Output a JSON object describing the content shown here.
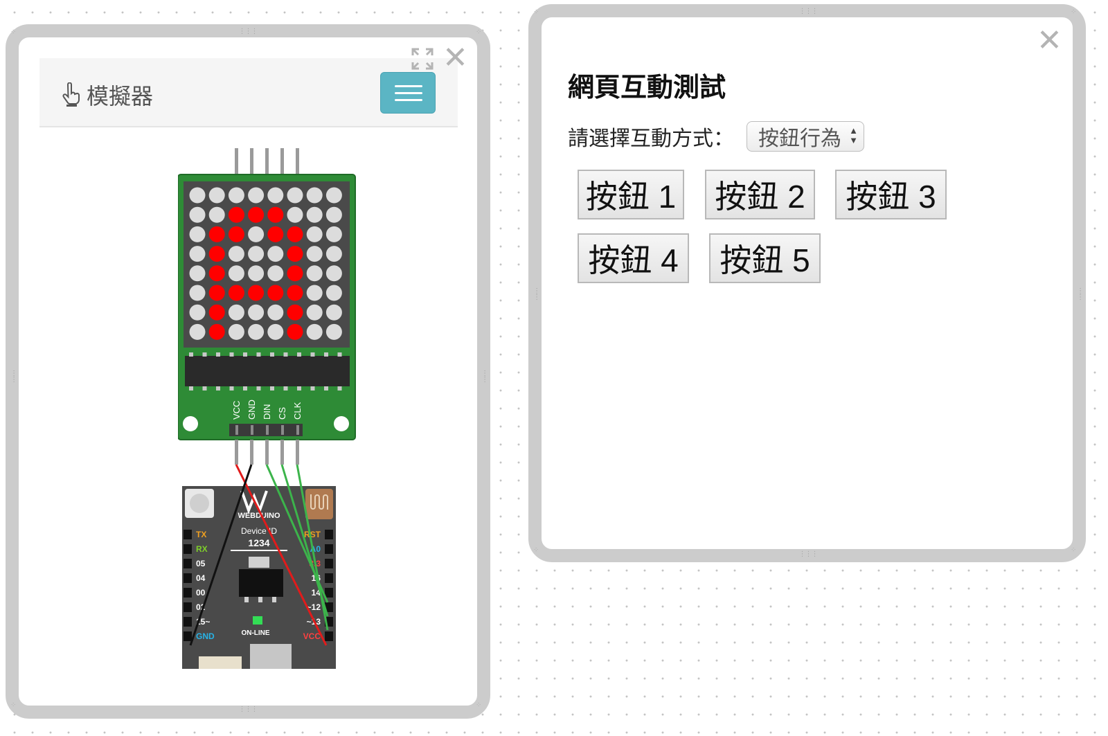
{
  "simulator": {
    "title": "模擬器",
    "icons": [
      "hand-pointer-icon",
      "hamburger-menu-icon",
      "expand-icon",
      "close-icon"
    ],
    "accent_color": "#5bb5c4"
  },
  "led_matrix": {
    "pin_labels": [
      "VCC",
      "GND",
      "DIN",
      "CS",
      "CLK"
    ],
    "pattern": [
      "00000000",
      "00111000",
      "01101100",
      "01000100",
      "01000100",
      "01111100",
      "01000100",
      "01000100"
    ],
    "lit_color": "#ff0000",
    "unlit_color": "#dcdcdc"
  },
  "board": {
    "brand": "WEBDUINO",
    "device_id_label": "Device ID",
    "device_id": "1234",
    "status_label": "ON-LINE",
    "left_pins": [
      "TX",
      "RX",
      "05",
      "04",
      "00",
      "02",
      "15~",
      "GND"
    ],
    "right_pins": [
      "RST",
      "A0",
      "3.3",
      "16",
      "14",
      "~12",
      "~13",
      "VCC"
    ]
  },
  "web_panel": {
    "title": "網頁互動測試",
    "select_label": "請選擇互動方式：",
    "select_value": "按鈕行為",
    "buttons": [
      "按鈕 1",
      "按鈕 2",
      "按鈕 3",
      "按鈕 4",
      "按鈕 5"
    ]
  }
}
